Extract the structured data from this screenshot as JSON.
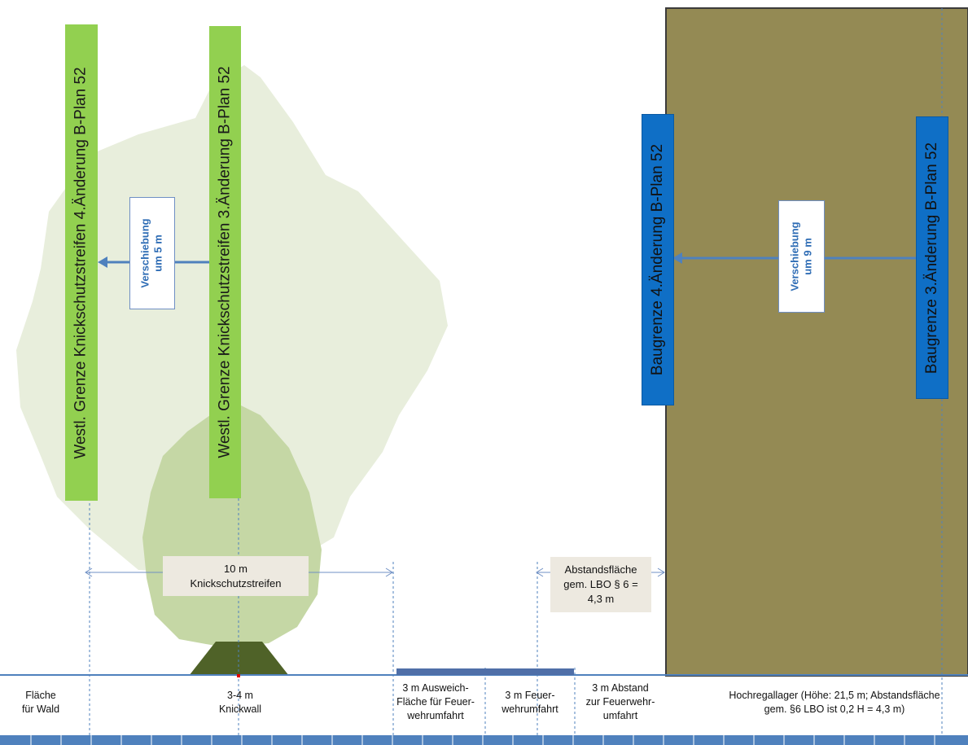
{
  "labels": {
    "green_left": "Westl. Grenze Knickschutzstreifen 4.Änderung B-Plan 52",
    "green_right": "Westl. Grenze Knickschutzstreifen 3.Änderung B-Plan 52",
    "blue_left": "Baugrenze 4.Änderung B-Plan 52",
    "blue_right": "Baugrenze 3.Änderung B-Plan 52"
  },
  "shifts": {
    "left_line1": "Verschiebung",
    "left_line2": "um 5 m",
    "right_line1": "Verschiebung",
    "right_line2": "um 9 m"
  },
  "dimensions": {
    "strip_line1": "10 m",
    "strip_line2": "Knickschutzstreifen",
    "distance_line1": "Abstandsfläche",
    "distance_line2": "gem. LBO § 6 =",
    "distance_line3": "4,3 m"
  },
  "ground": {
    "wald_line1": "Fläche",
    "wald_line2": "für Wald",
    "knickwall_line1": "3-4 m",
    "knickwall_line2": "Knickwall",
    "ausweich_line1": "3 m  Ausweich-",
    "ausweich_line2": "Fläche für Feuer-",
    "ausweich_line3": "wehrumfahrt",
    "feuer_line1": "3 m Feuer-",
    "feuer_line2": "wehrumfahrt",
    "abstand_line1": "3 m Abstand",
    "abstand_line2": "zur Feuerwehr-",
    "abstand_line3": "umfahrt",
    "lager_line1": "Hochregallager (Höhe: 21,5 m; Abstandsfläche",
    "lager_line2": "gem. §6 LBO ist 0,2 H = 4,3 m)"
  },
  "colors": {
    "tree_large": "#e8eedc",
    "tree_small": "#c5d7a5",
    "knickwall": "#4f6228",
    "building": "#948a54",
    "green_label": "#92d050",
    "blue_label": "#0f6fc6",
    "arrow": "#4f81bd",
    "ground_strip": "#4f81bd"
  }
}
